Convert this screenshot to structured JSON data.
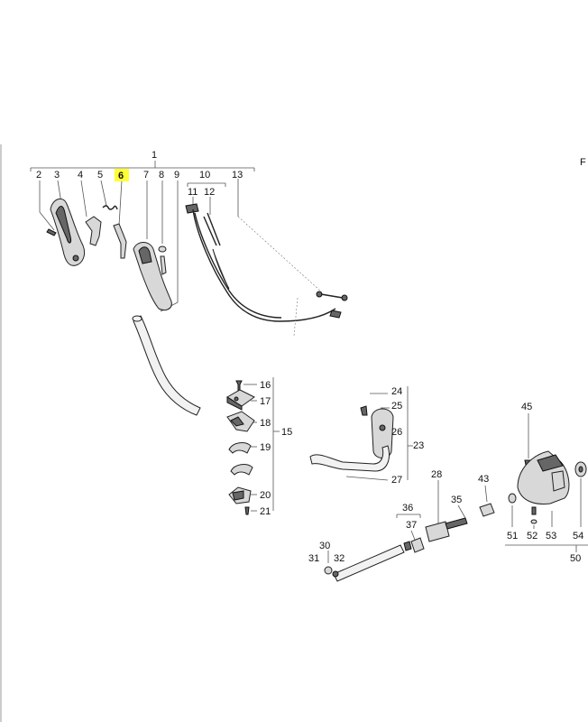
{
  "diagram": {
    "edge_letter": "F",
    "highlight_color": "#ffff33",
    "highlighted_label": "6",
    "labels": {
      "l1": "1",
      "l2": "2",
      "l3": "3",
      "l4": "4",
      "l5": "5",
      "l6": "6",
      "l7": "7",
      "l8": "8",
      "l9": "9",
      "l10": "10",
      "l11": "11",
      "l12": "12",
      "l13": "13",
      "l15": "15",
      "l16": "16",
      "l17": "17",
      "l18": "18",
      "l19": "19",
      "l20": "20",
      "l21": "21",
      "l23": "23",
      "l24": "24",
      "l25": "25",
      "l26": "26",
      "l27": "27",
      "l28": "28",
      "l30": "30",
      "l31": "31",
      "l32": "32",
      "l35": "35",
      "l36": "36",
      "l37": "37",
      "l43": "43",
      "l45": "45",
      "l50": "50",
      "l51": "51",
      "l52": "52",
      "l53": "53",
      "l54": "54"
    }
  }
}
